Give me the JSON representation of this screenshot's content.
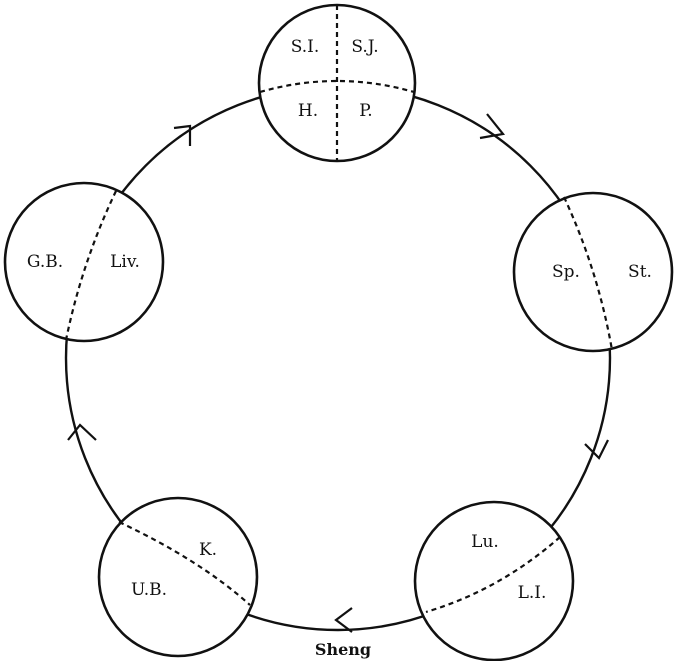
{
  "caption": "Sheng",
  "nodes": [
    {
      "id": "fire",
      "labels": [
        "S.I.",
        "S.J.",
        "H.",
        "P."
      ]
    },
    {
      "id": "earth",
      "labels": [
        "Sp.",
        "St."
      ]
    },
    {
      "id": "metal",
      "labels": [
        "Lu.",
        "L.I."
      ]
    },
    {
      "id": "water",
      "labels": [
        "K.",
        "U.B."
      ]
    },
    {
      "id": "wood",
      "labels": [
        "G.B.",
        "Liv."
      ]
    }
  ]
}
